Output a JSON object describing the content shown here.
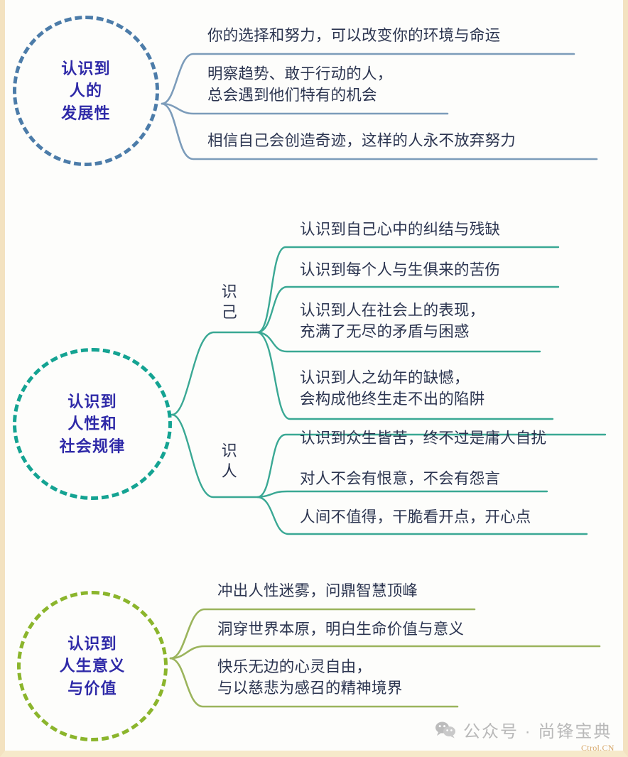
{
  "title": "认识到思维导图",
  "colors": {
    "background": "#fdfdfb",
    "frame": "#f3e2c0",
    "branch_blue": "#6f8fb0",
    "branch_teal": "#3aa894",
    "branch_green": "#9bb45c",
    "circle_blue": "#4c7ca9",
    "circle_teal": "#14a392",
    "circle_green": "#8bb52c",
    "node_text": "#2f2aa8",
    "leaf_text": "#2c3550",
    "watermark": "#b9b9b9",
    "ctrol": "#d7a86a"
  },
  "branches": [
    {
      "id": "development",
      "node": {
        "lines": [
          "认识到",
          "人的",
          "发展性"
        ],
        "accent": "#4c7ca9"
      },
      "leaves": [
        {
          "id": "dev-1",
          "text": "你的选择和努力，可以改变你的环境与命运"
        },
        {
          "id": "dev-2",
          "text": "明察趋势、敢于行动的人，\n总会遇到他们特有的机会"
        },
        {
          "id": "dev-3",
          "text": "相信自己会创造奇迹，这样的人永不放弃努力"
        }
      ]
    },
    {
      "id": "human-nature",
      "node": {
        "lines": [
          "认识到",
          "人性和",
          "社会规律"
        ],
        "accent": "#14a392"
      },
      "subgroups": [
        {
          "id": "know-self",
          "label": "识\n己",
          "leaves": [
            {
              "id": "self-1",
              "text": "认识到自己心中的纠结与残缺"
            },
            {
              "id": "self-2",
              "text": "认识到每个人与生俱来的苦伤"
            },
            {
              "id": "self-3",
              "text": "认识到人在社会上的表现，\n充满了无尽的矛盾与困惑"
            },
            {
              "id": "self-4",
              "text": "认识到人之幼年的缺憾，\n会构成他终生走不出的陷阱"
            }
          ]
        },
        {
          "id": "know-others",
          "label": "识\n人",
          "leaves": [
            {
              "id": "other-1",
              "text": "认识到众生皆苦，终不过是庸人自扰"
            },
            {
              "id": "other-2",
              "text": "对人不会有恨意，不会有怨言"
            },
            {
              "id": "other-3",
              "text": "人间不值得，干脆看开点，开心点"
            }
          ]
        }
      ]
    },
    {
      "id": "life-meaning",
      "node": {
        "lines": [
          "认识到",
          "人生意义",
          "与价值"
        ],
        "accent": "#8bb52c"
      },
      "leaves": [
        {
          "id": "mean-1",
          "text": "冲出人性迷雾，问鼎智慧顶峰"
        },
        {
          "id": "mean-2",
          "text": "洞穿世界本原，明白生命价值与意义"
        },
        {
          "id": "mean-3",
          "text": "快乐无边的心灵自由，\n与以慈悲为感召的精神境界"
        }
      ]
    }
  ],
  "watermark": {
    "icon": "wechat-icon",
    "text": "公众号 · 尚锋宝典"
  },
  "ctrol": "Ctrol.CN"
}
